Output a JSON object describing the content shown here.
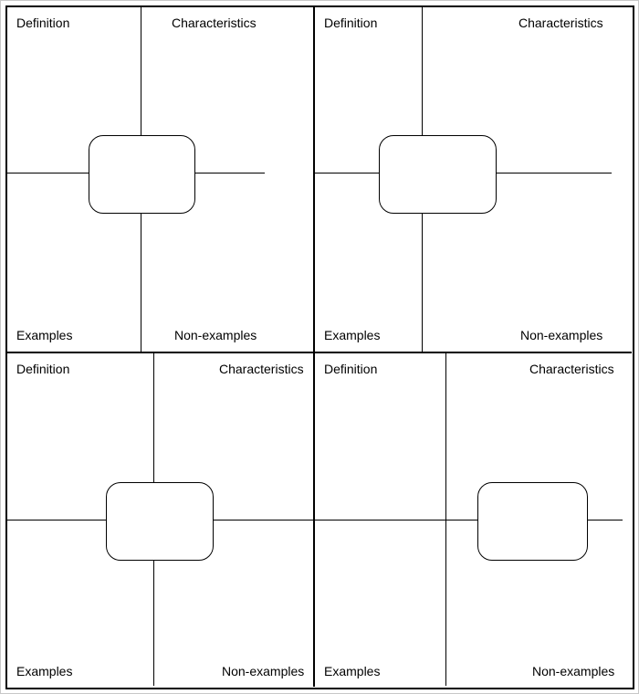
{
  "frayer_models": [
    {
      "definition": "Definition",
      "characteristics": "Characteristics",
      "examples": "Examples",
      "non_examples": "Non-examples"
    },
    {
      "definition": "Definition",
      "characteristics": "Characteristics",
      "examples": "Examples",
      "non_examples": "Non-examples"
    },
    {
      "definition": "Definition",
      "characteristics": "Characteristics",
      "examples": "Examples",
      "non_examples": "Non-examples"
    },
    {
      "definition": "Definition",
      "characteristics": "Characteristics",
      "examples": "Examples",
      "non_examples": "Non-examples"
    }
  ]
}
